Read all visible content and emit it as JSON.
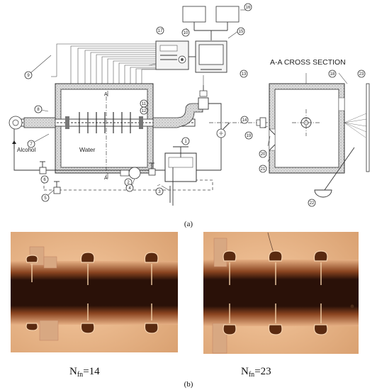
{
  "diagram": {
    "cross_section_title": "A-A CROSS SECTION",
    "alcohol_label": "Alcohol",
    "water_label": "Water",
    "section_mark": "A",
    "part_numbers": [
      "1",
      "2",
      "3",
      "4",
      "5",
      "6",
      "7",
      "8",
      "9",
      "10",
      "11",
      "12",
      "13",
      "14",
      "15",
      "16",
      "17",
      "18",
      "19",
      "20",
      "21",
      "22",
      "23"
    ],
    "caption_a": "(a)",
    "caption_b": "(b)"
  },
  "photos": {
    "left_label": {
      "prefix": "N",
      "sub": "fn",
      "value": "=14"
    },
    "right_label": {
      "prefix": "N",
      "sub": "fn",
      "value": "=23"
    }
  },
  "colors": {
    "photo_bg": "#e8b888",
    "tube_dark": "#2a1108",
    "tube_mid": "#6b3416",
    "insulation": "#c8c8c8"
  }
}
